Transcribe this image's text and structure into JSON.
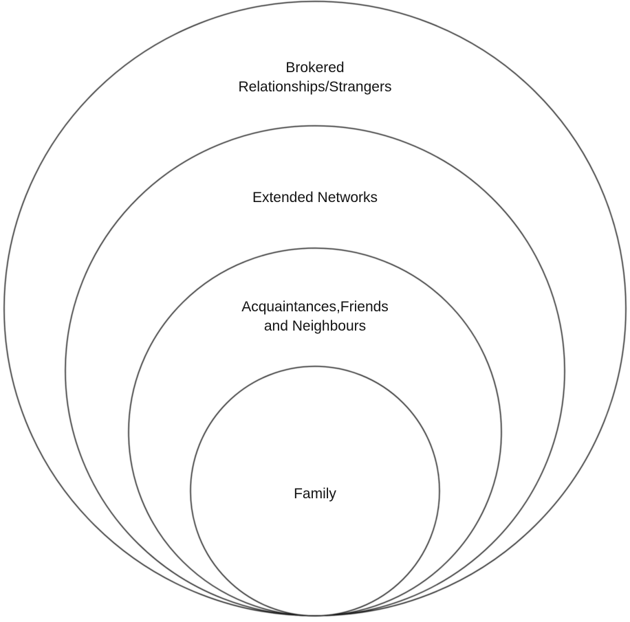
{
  "diagram": {
    "type": "nested-circles",
    "description": "Concentric social proximity circles, tangent at bottom",
    "stroke_color": "#1a1a1a",
    "background_color": "#ffffff",
    "rings": [
      {
        "level": 1,
        "label": "Brokered\nRelationships/Strangers"
      },
      {
        "level": 2,
        "label": "Extended Networks"
      },
      {
        "level": 3,
        "label": "Acquaintances,Friends\nand Neighbours"
      },
      {
        "level": 4,
        "label": "Family"
      }
    ]
  }
}
